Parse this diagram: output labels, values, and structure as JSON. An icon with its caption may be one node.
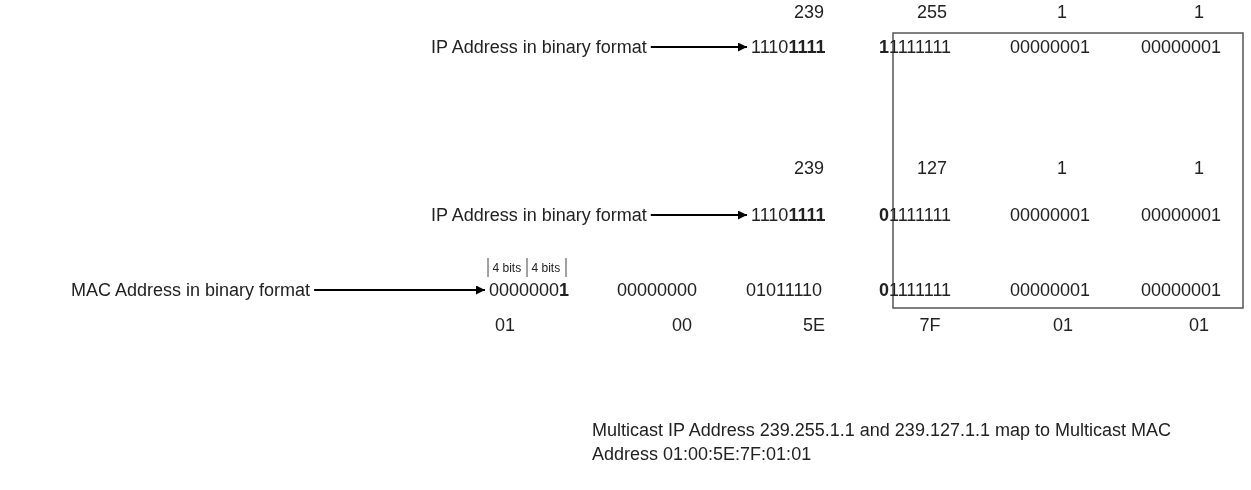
{
  "diagram": {
    "caption": "Multicast IP Address 239.255.1.1 and 239.127.1.1 map to Multicast MAC Address 01:00:5E:7F:01:01",
    "nodes": [
      {
        "text": [
          "IP Address in binary format"
        ]
      },
      {
        "text": [
          "1110**1111**"
        ]
      },
      {
        "text": [
          "IP Address in binary format"
        ]
      },
      {
        "text": [
          "1110**1111**"
        ]
      },
      {
        "text": [
          "MAC Address in binary format"
        ]
      },
      {
        "text": [
          "0000000**1**"
        ]
      }
    ],
    "edges": [
      {
        "from": 0,
        "to": 1,
        "arrow": "to"
      },
      {
        "from": 2,
        "to": 3,
        "arrow": "to"
      },
      {
        "from": 4,
        "to": 5,
        "arrow": "to"
      }
    ],
    "labels": [
      "239",
      "255",
      "1",
      "1",
      "**1**1111111",
      "00000001",
      "00000001",
      "239",
      "127",
      "1",
      "1",
      "**0**1111111",
      "00000001",
      "00000001",
      "4 bits",
      "4 bits",
      "00000000",
      "01011110",
      "**0**1111111",
      "00000001",
      "00000001",
      "01",
      "00",
      "5E",
      "7F",
      "01",
      "01"
    ]
  }
}
